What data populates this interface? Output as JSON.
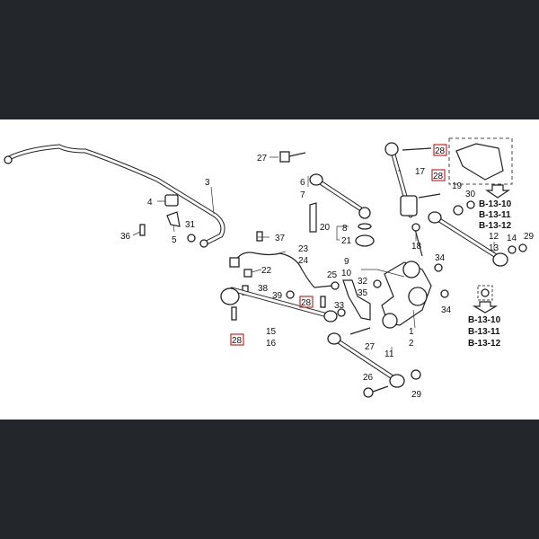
{
  "labels": {
    "l27a": "27",
    "l3": "3",
    "l4": "4",
    "l5": "5",
    "l36": "36",
    "l31": "31",
    "l6": "6",
    "l7": "7",
    "l20": "20",
    "l8": "8",
    "l21": "21",
    "l37": "37",
    "l23": "23",
    "l24": "24",
    "l22": "22",
    "l38": "38",
    "l25": "25",
    "l9": "9",
    "l10": "10",
    "l39": "39",
    "l28a": "28",
    "l32": "32",
    "l35": "35",
    "l33": "33",
    "l15": "15",
    "l16": "16",
    "l28b": "28",
    "l17": "17",
    "l28c": "28",
    "l28d": "28",
    "l19": "19",
    "l30": "30",
    "l18": "18",
    "l12": "12",
    "l13": "13",
    "l14": "14",
    "l29a": "29",
    "l34a": "34",
    "l34b": "34",
    "l1": "1",
    "l2": "2",
    "l27b": "27",
    "l11": "11",
    "l26": "26",
    "l29b": "29"
  },
  "references_top": [
    "B-13-10",
    "B-13-11",
    "B-13-12"
  ],
  "references_bottom": [
    "B-13-10",
    "B-13-11",
    "B-13-12"
  ],
  "colors": {
    "background": "#23262a",
    "highlight": "#dd2222"
  }
}
